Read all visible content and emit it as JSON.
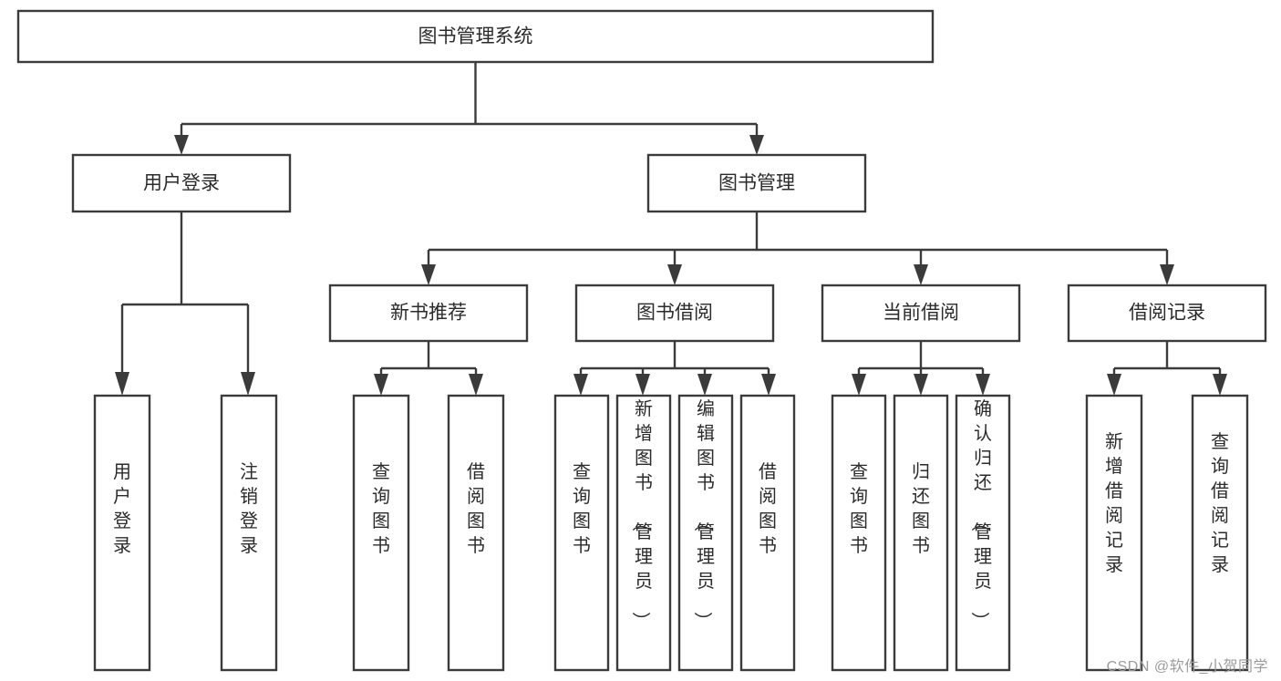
{
  "diagram": {
    "type": "tree-hierarchy-flowchart",
    "title": "图书管理系统",
    "watermark": "CSDN @软件_小贺同学",
    "colors": {
      "background": "#ffffff",
      "box_stroke": "#3b3b3b",
      "box_fill": "#ffffff",
      "text": "#2b2b2b",
      "watermark": "#9b9b9b"
    },
    "levels": [
      {
        "level": 1,
        "nodes": [
          {
            "id": "root",
            "label": "图书管理系统",
            "orientation": "horizontal"
          }
        ]
      },
      {
        "level": 2,
        "nodes": [
          {
            "id": "user_login",
            "label": "用户登录",
            "orientation": "horizontal",
            "parent": "root"
          },
          {
            "id": "book_manage",
            "label": "图书管理",
            "orientation": "horizontal",
            "parent": "root"
          }
        ]
      },
      {
        "level": 3,
        "nodes": [
          {
            "id": "new_book_rec",
            "label": "新书推荐",
            "orientation": "horizontal",
            "parent": "book_manage"
          },
          {
            "id": "book_borrow",
            "label": "图书借阅",
            "orientation": "horizontal",
            "parent": "book_manage"
          },
          {
            "id": "current_borrow",
            "label": "当前借阅",
            "orientation": "horizontal",
            "parent": "book_manage"
          },
          {
            "id": "borrow_record",
            "label": "借阅记录",
            "orientation": "horizontal",
            "parent": "book_manage"
          }
        ]
      },
      {
        "level": 4,
        "nodes": [
          {
            "id": "leaf_user_login",
            "label": "用户登录",
            "orientation": "vertical",
            "parent": "user_login"
          },
          {
            "id": "leaf_logout",
            "label": "注销登录",
            "orientation": "vertical",
            "parent": "user_login"
          },
          {
            "id": "leaf_query_book_1",
            "label": "查询图书",
            "orientation": "vertical",
            "parent": "new_book_rec"
          },
          {
            "id": "leaf_borrow_book_1",
            "label": "借阅图书",
            "orientation": "vertical",
            "parent": "new_book_rec"
          },
          {
            "id": "leaf_query_book_2",
            "label": "查询图书",
            "orientation": "vertical",
            "parent": "book_borrow"
          },
          {
            "id": "leaf_add_book",
            "label": "新增图书（管理员）",
            "orientation": "vertical",
            "parent": "book_borrow"
          },
          {
            "id": "leaf_edit_book",
            "label": "编辑图书（管理员）",
            "orientation": "vertical",
            "parent": "book_borrow"
          },
          {
            "id": "leaf_borrow_book_2",
            "label": "借阅图书",
            "orientation": "vertical",
            "parent": "book_borrow"
          },
          {
            "id": "leaf_query_book_3",
            "label": "查询图书",
            "orientation": "vertical",
            "parent": "current_borrow"
          },
          {
            "id": "leaf_return_book",
            "label": "归还图书",
            "orientation": "vertical",
            "parent": "current_borrow"
          },
          {
            "id": "leaf_confirm_return",
            "label": "确认归还（管理员）",
            "orientation": "vertical",
            "parent": "current_borrow"
          },
          {
            "id": "leaf_add_record",
            "label": "新增借阅记录",
            "orientation": "vertical",
            "parent": "borrow_record"
          },
          {
            "id": "leaf_query_record",
            "label": "查询借阅记录",
            "orientation": "vertical",
            "parent": "borrow_record"
          }
        ]
      }
    ]
  }
}
